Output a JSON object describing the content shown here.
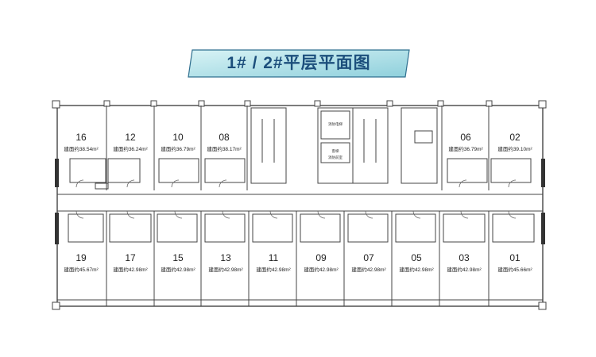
{
  "title": "1# / 2#平层平面图",
  "units_top": [
    {
      "no": "16",
      "area": "建面约38.54m²"
    },
    {
      "no": "12",
      "area": "建面约36.24m²"
    },
    {
      "no": "10",
      "area": "建面约36.79m²"
    },
    {
      "no": "08",
      "area": "建面约38.17m²"
    },
    {
      "no": "06",
      "area": "建面约36.79m²"
    },
    {
      "no": "02",
      "area": "建面约39.10m²"
    }
  ],
  "units_bottom": [
    {
      "no": "19",
      "area": "建面约45.67m²"
    },
    {
      "no": "17",
      "area": "建面约42.98m²"
    },
    {
      "no": "15",
      "area": "建面约42.98m²"
    },
    {
      "no": "13",
      "area": "建面约42.98m²"
    },
    {
      "no": "11",
      "area": "建面约42.98m²"
    },
    {
      "no": "09",
      "area": "建面约42.98m²"
    },
    {
      "no": "07",
      "area": "建面约42.98m²"
    },
    {
      "no": "05",
      "area": "建面约42.98m²"
    },
    {
      "no": "03",
      "area": "建面约42.98m²"
    },
    {
      "no": "01",
      "area": "建面约45.66m²"
    }
  ],
  "core_labels": [
    "消防电梯",
    "客梯",
    "消防前室"
  ],
  "colors": {
    "banner_top": "#cfeef2",
    "banner_bottom": "#9fd7e0",
    "banner_border": "#2f6f8f",
    "title": "#1c4f7c",
    "wall": "#444444"
  }
}
